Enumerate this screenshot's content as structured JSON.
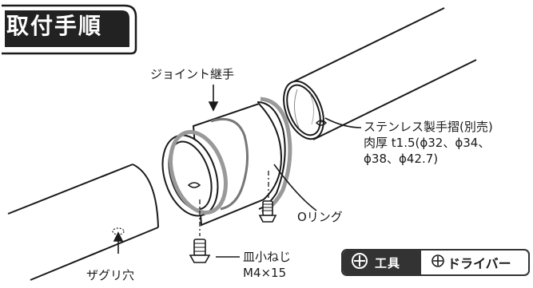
{
  "title": "取付手順",
  "labels": {
    "joint": "ジョイント継手",
    "pipe_name": "ステンレス製手摺(別売)",
    "pipe_spec1": "肉厚 t1.5(ϕ32、ϕ34、",
    "pipe_spec2": "ϕ38、ϕ42.7)",
    "oring": "Oリング",
    "screw1": "皿小ねじ",
    "screw2": "M4×15",
    "counterbore": "ザグリ穴"
  },
  "tool": {
    "heading": "工具",
    "name": "ドライバー"
  },
  "icons": {
    "tool_heading_icon": "plus-circle-icon",
    "tool_name_icon": "plus-circle-icon"
  },
  "colors": {
    "ink": "#1a1a1a",
    "shadow": "#9a9a9a",
    "dark": "#333333"
  }
}
